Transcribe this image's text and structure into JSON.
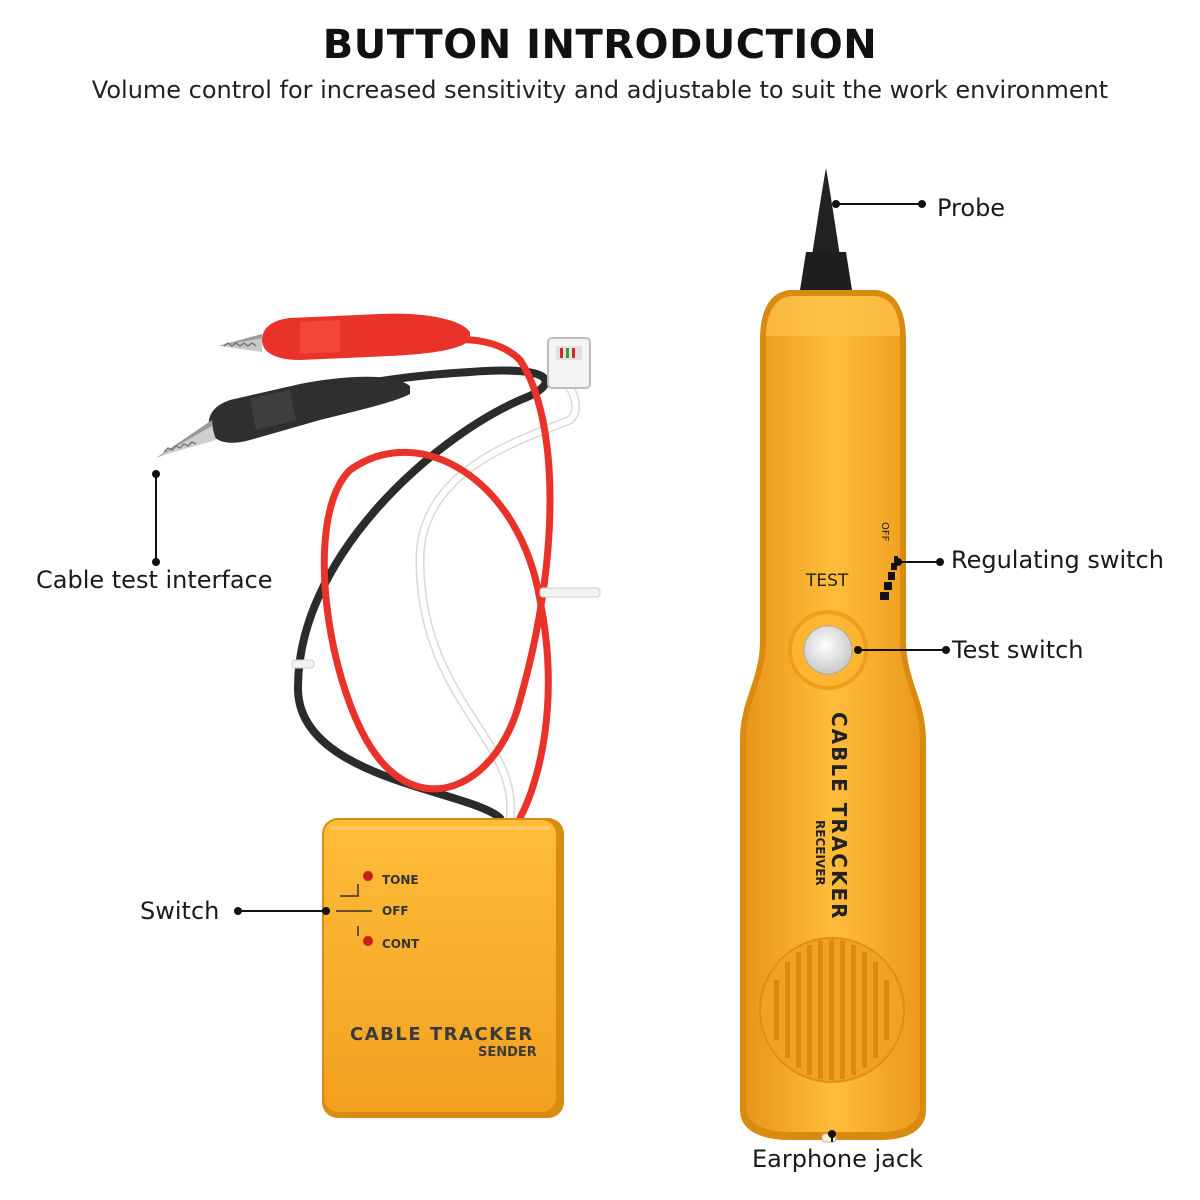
{
  "header": {
    "title": "BUTTON INTRODUCTION",
    "subtitle": "Volume control for increased sensitivity and adjustable to suit the work environment"
  },
  "callouts": {
    "cable_test_interface": "Cable test interface",
    "switch": "Switch",
    "probe": "Probe",
    "regulating_switch": "Regulating switch",
    "test_switch": "Test switch",
    "earphone_jack": "Earphone jack"
  },
  "sender": {
    "brand": "CABLE TRACKER",
    "model": "SENDER",
    "switch_positions": [
      "TONE",
      "OFF",
      "CONT"
    ]
  },
  "receiver": {
    "brand": "CABLE TRACKER",
    "model": "RECEIVER",
    "test_label": "TEST",
    "off_label": "OFF"
  },
  "colors": {
    "body_yellow": "#f5a623",
    "body_yellow_light": "#ffbf3c",
    "body_yellow_dark": "#e08f12",
    "wire_red": "#e8322a",
    "wire_black": "#2b2b2b",
    "callout": "#111111"
  }
}
